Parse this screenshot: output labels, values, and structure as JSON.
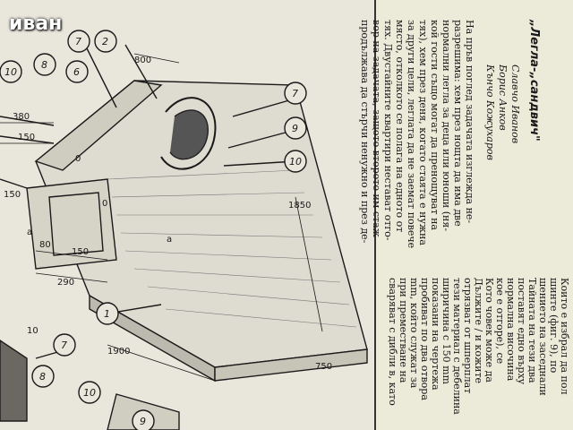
{
  "watermark": "иван",
  "article": {
    "title": "„Легла-„сандвич\"",
    "authors": [
      "Славчо Иванов",
      "Борис Анков",
      "Кънчо Кожухаров"
    ],
    "body_lines": [
      "На пръв поглед задачата изглежда не-",
      "разрешима: хем през нощта да има две",
      "нормални легла за деца или юноши (ня-",
      "кой гости също могат да пренощуват на",
      "тях), хем през деня, когато стаята е нужна",
      "за други цели, леглата да не заемат повече",
      "място, отколкото се полага на едното от",
      "тях. Двустайните квартири нестават отго-",
      "вор на задачата, защото второто им стаж",
      "продължава да стърчи ненужно и през де-"
    ]
  },
  "right_column": {
    "lines": [
      "Които е избрал да пол",
      "шинте (фиг. 9), по",
      "шението на заседнали",
      "Тайната на тези два",
      "поставят едно върху",
      "нормална височина",
      "кое е отгоре), се",
      "Кото човек може да",
      "Дължите / и кожите",
      "отрязват от шперплат",
      "тези материал с дебелина",
      "ширичина с 150 mm",
      "показани на чертежа",
      "пробиват по два отвора",
      "mm, който служат за",
      "при преместване на",
      "сваряват с дибли в, като"
    ]
  },
  "drawing": {
    "dimensions": [
      "800",
      "380",
      "150",
      "150",
      "80",
      "150",
      "290",
      "10",
      "1850",
      "1900",
      "750",
      "a",
      "a",
      "0",
      "0"
    ],
    "part_labels": [
      "2",
      "7",
      "6",
      "8",
      "10",
      "7",
      "9",
      "10",
      "1",
      "7",
      "8",
      "10",
      "9"
    ]
  },
  "colors": {
    "paper": "#e9e6dc",
    "ink": "#1a1a1a",
    "shade": "#555555"
  }
}
